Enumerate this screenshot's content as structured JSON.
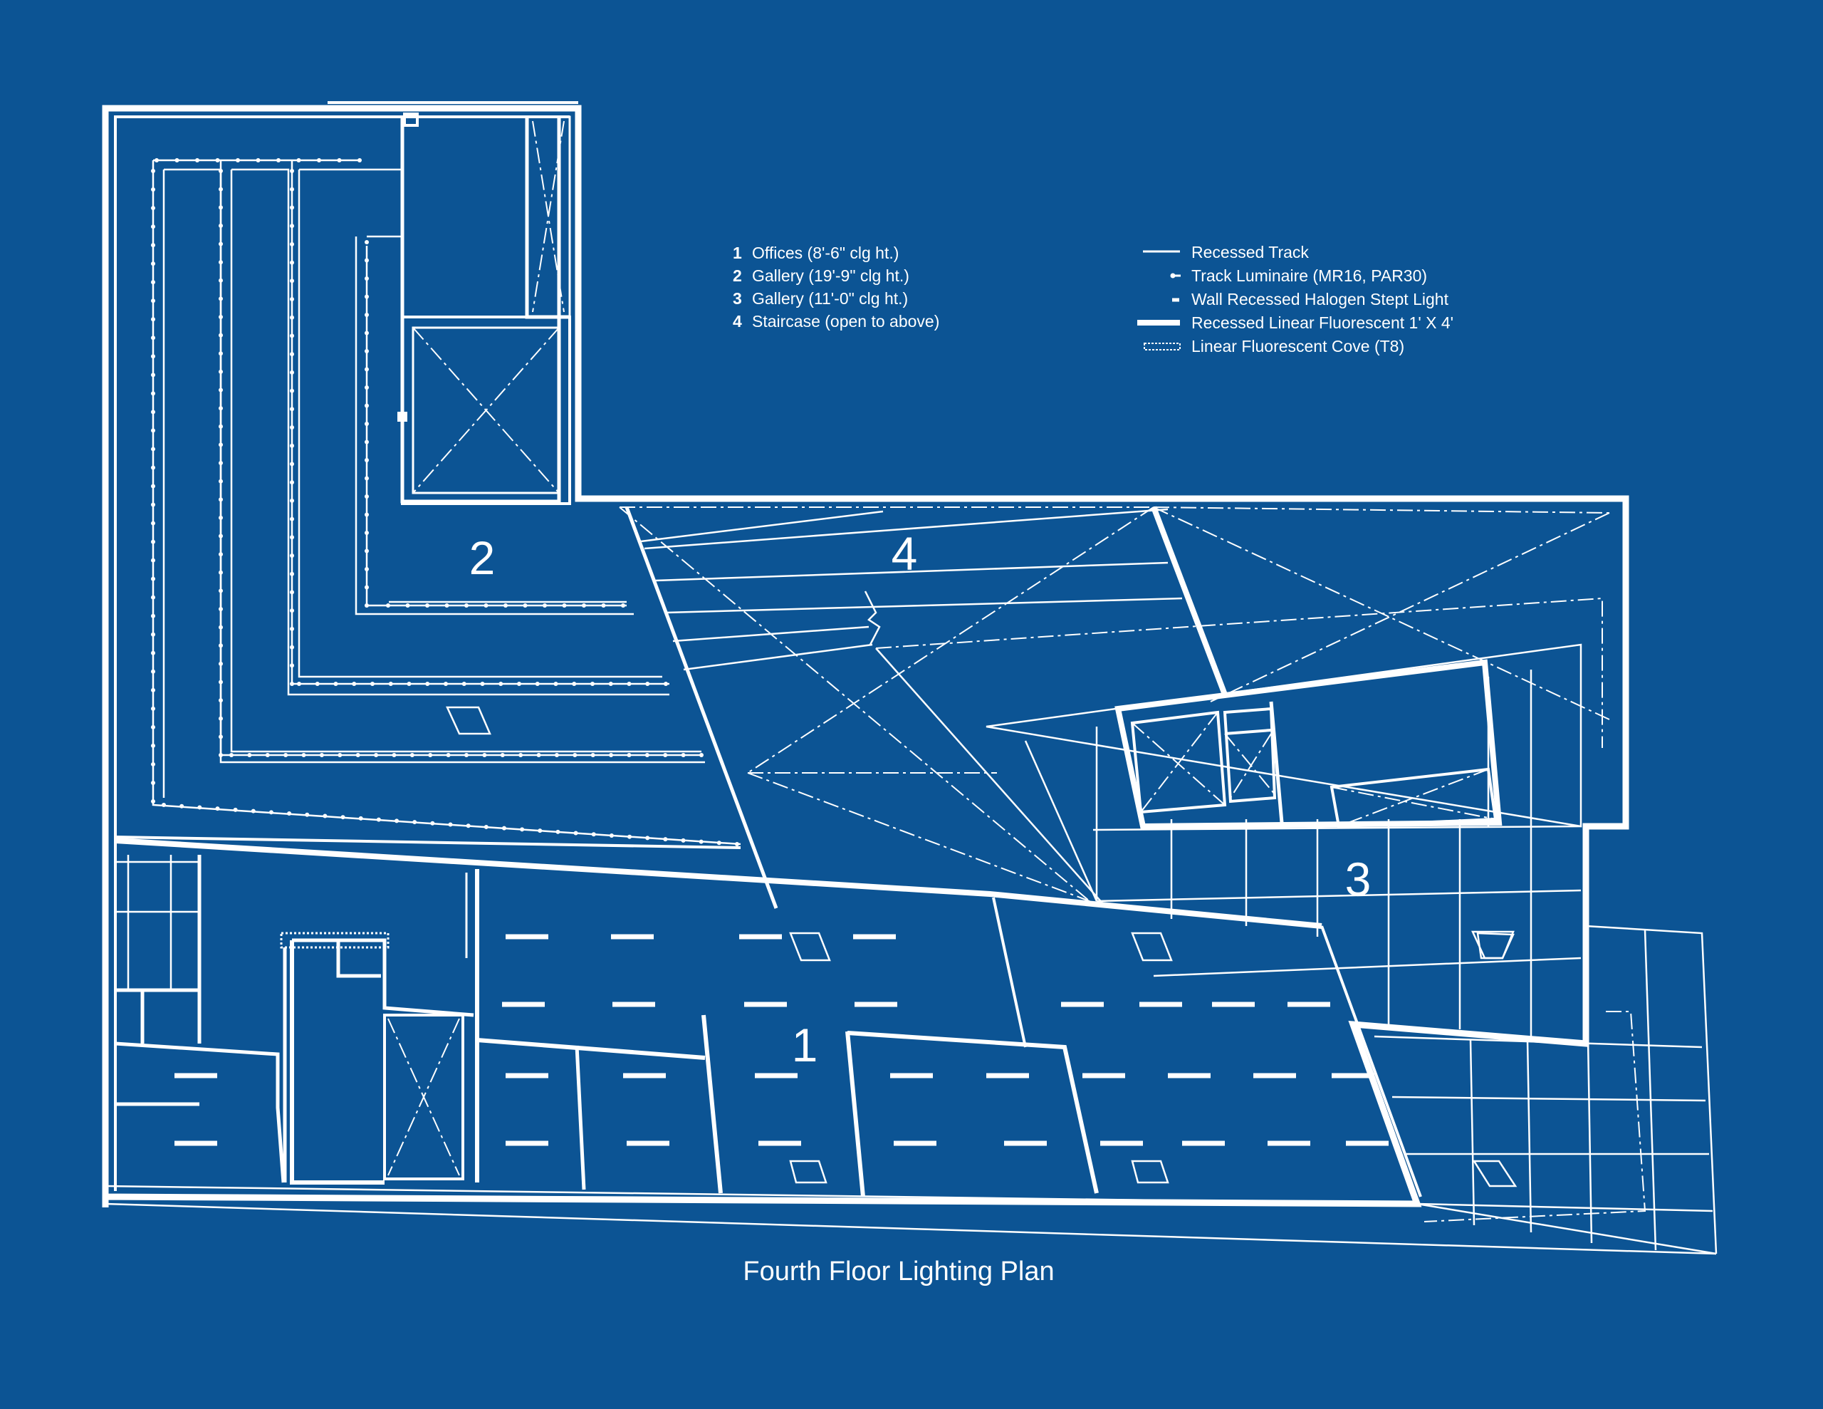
{
  "plan_title": "Fourth Floor Lighting Plan",
  "room_legend": [
    {
      "number": "1",
      "label": "Offices (8'-6\" clg ht.)"
    },
    {
      "number": "2",
      "label": "Gallery (19'-9\" clg ht.)"
    },
    {
      "number": "3",
      "label": "Gallery (11'-0\" clg ht.)"
    },
    {
      "number": "4",
      "label": "Staircase (open to above)"
    }
  ],
  "symbol_legend": [
    {
      "symbol": "thin-line",
      "label": "Recessed Track"
    },
    {
      "symbol": "track-luminaire",
      "label": "Track Luminaire (MR16, PAR30)"
    },
    {
      "symbol": "short-dash",
      "label": "Wall Recessed Halogen Stept Light"
    },
    {
      "symbol": "thick-line",
      "label": "Recessed Linear Fluorescent 1' X 4'"
    },
    {
      "symbol": "hatched-line",
      "label": "Linear Fluorescent Cove (T8)"
    }
  ],
  "room_labels": {
    "room1": "1",
    "room2": "2",
    "room3": "3",
    "room4": "4"
  },
  "colors": {
    "background": "#0c5494",
    "linework": "#ffffff"
  }
}
